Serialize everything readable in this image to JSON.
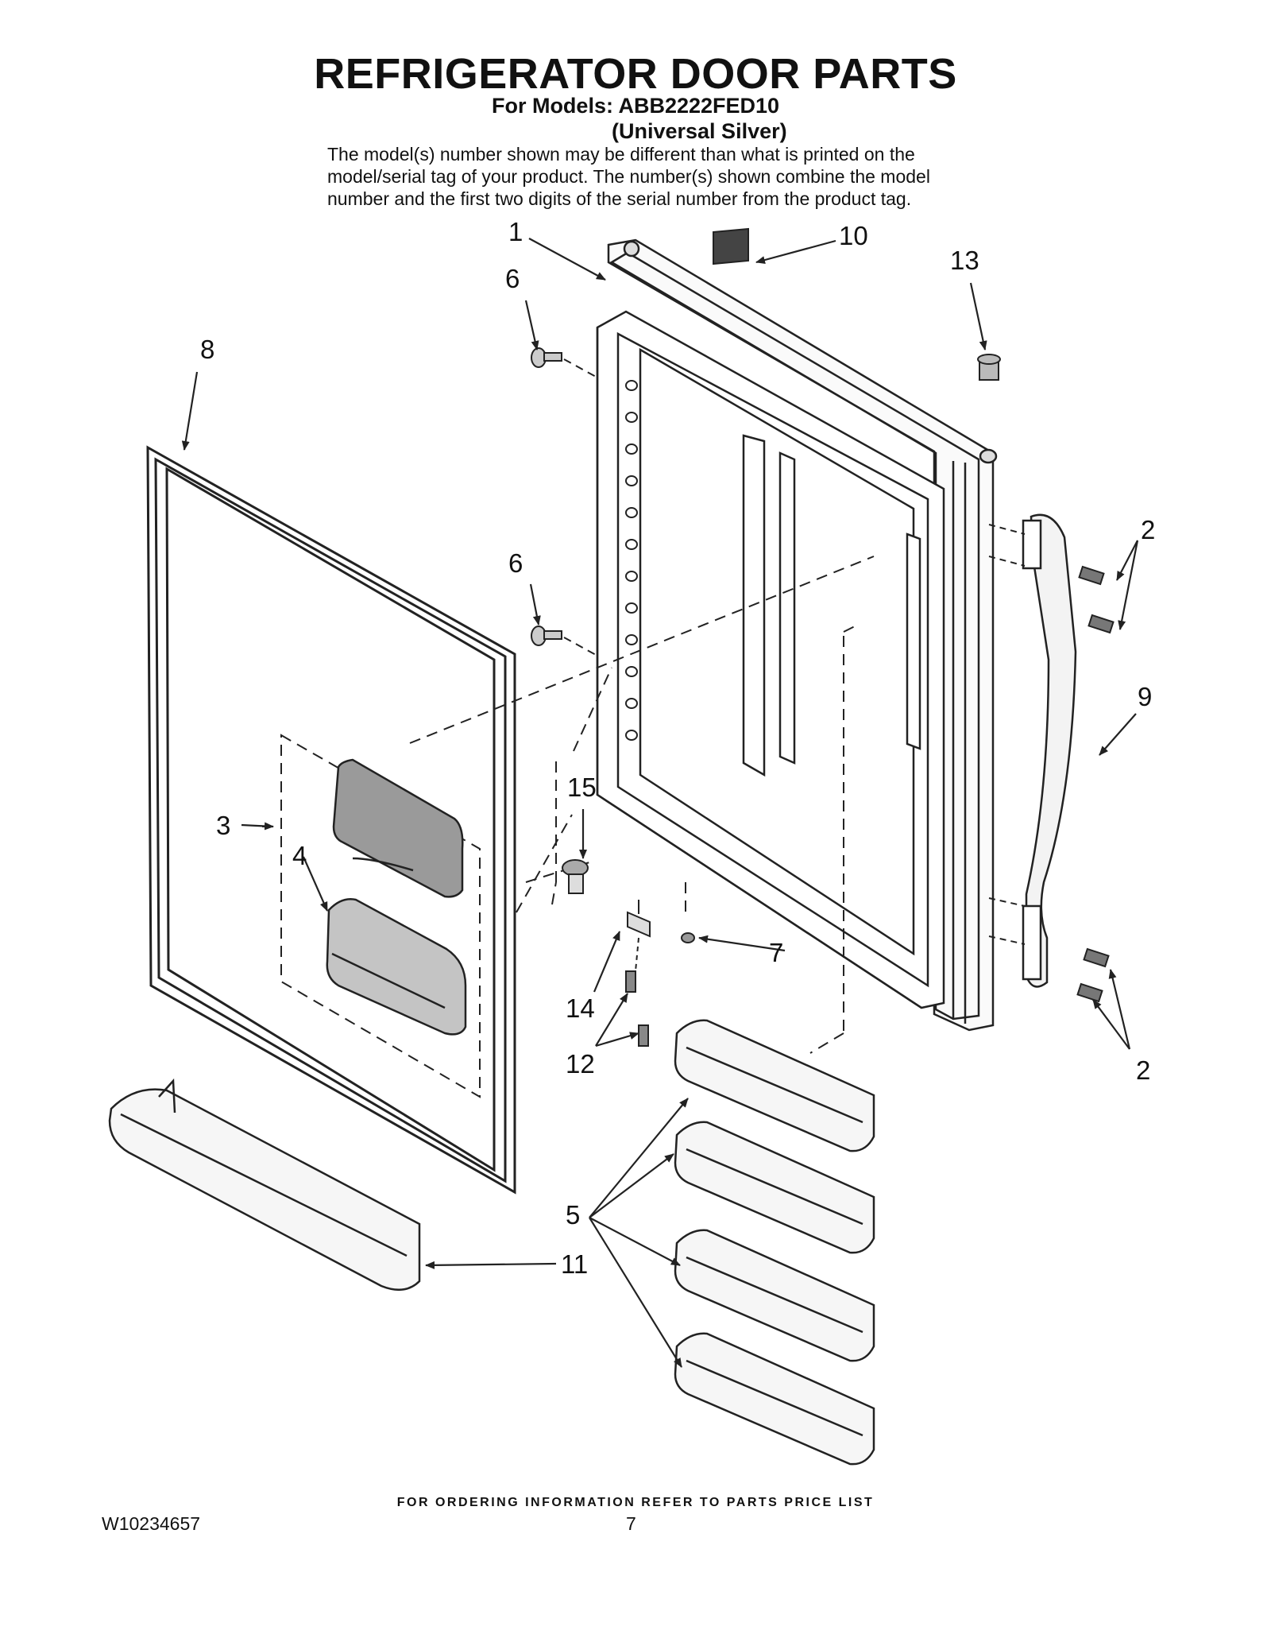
{
  "header": {
    "title": "REFRIGERATOR DOOR PARTS",
    "models_line": "For Models: ABB2222FED10",
    "color_line": "(Universal Silver)",
    "disclaimer": [
      "The model(s) number shown may be different than what is printed on the",
      "model/serial tag of your product. The number(s) shown combine the model",
      "number and the first two digits of the serial number from the product tag."
    ]
  },
  "callouts": {
    "c1": "1",
    "c2a": "2",
    "c2b": "2",
    "c3": "3",
    "c4": "4",
    "c5": "5",
    "c6a": "6",
    "c6b": "6",
    "c7": "7",
    "c8": "8",
    "c9": "9",
    "c10": "10",
    "c11": "11",
    "c12": "12",
    "c13": "13",
    "c14": "14",
    "c15": "15"
  },
  "footer": {
    "ordering_note": "FOR ORDERING INFORMATION REFER TO PARTS PRICE LIST",
    "doc_number": "W10234657",
    "page_number": "7"
  },
  "colors": {
    "line": "#222222",
    "shade": "#bdbdbd",
    "light": "#e6e6e6"
  }
}
